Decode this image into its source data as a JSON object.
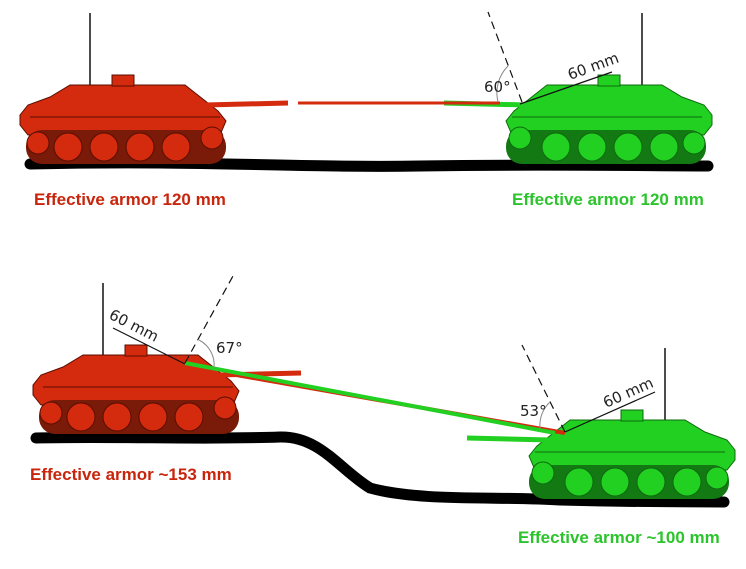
{
  "colors": {
    "red": "#d42a0e",
    "green": "#22d022",
    "red_text": "#c8250c",
    "green_text": "#2cc42c"
  },
  "scenario_flat": {
    "left_label": "Effective armor 120 mm",
    "right_label": "Effective armor 120 mm",
    "right_thickness": "60 mm",
    "right_angle": "60°"
  },
  "scenario_slope": {
    "left_label": "Effective armor ~153 mm",
    "right_label": "Effective armor ~100 mm",
    "left_thickness": "60 mm",
    "left_angle": "67°",
    "right_thickness": "60 mm",
    "right_angle": "53°"
  }
}
